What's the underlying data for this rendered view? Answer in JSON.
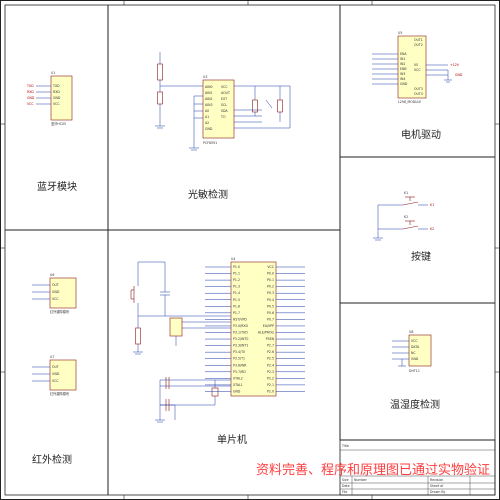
{
  "document": {
    "type": "schematic"
  },
  "blocks": {
    "bluetooth": {
      "title": "蓝牙模块"
    },
    "light_sensor": {
      "title": "光敏检测"
    },
    "motor_driver": {
      "title": "电机驱动"
    },
    "keys": {
      "title": "按键"
    },
    "infrared": {
      "title": "红外检测"
    },
    "mcu": {
      "title": "单片机"
    },
    "temp_humidity": {
      "title": "温湿度检测"
    }
  },
  "watermark": {
    "text": "资料完善、程序和原理图已通过实物验证"
  },
  "components": {
    "bt_module": {
      "ref": "U1",
      "pins": [
        "TXD",
        "RXD",
        "GND",
        "VCC"
      ],
      "nets": [
        "TXD",
        "RXD",
        "GND",
        "VCC"
      ],
      "label": "蓝牙HC05"
    },
    "light_ic": {
      "ref": "U3",
      "pins_left": [
        "AIN0",
        "AIN1",
        "AIN2",
        "AIN3",
        "A0",
        "A1",
        "A2",
        "GND"
      ],
      "pins_right": [
        "VCC",
        "AOUT",
        "EXT",
        "SCL",
        "SDA",
        "TO"
      ],
      "label": "PCF8591"
    },
    "motor_ic": {
      "ref": "U5",
      "pins_left": [
        "ENA",
        "IN1",
        "IN2",
        "ENB",
        "IN3",
        "IN4",
        "GND"
      ],
      "pins_right": [
        "OUT1",
        "OUT2",
        "VS",
        "VCC",
        "OUT3",
        "OUT4"
      ],
      "label": "L298_MODULE",
      "nets": [
        "+12V",
        "GND"
      ]
    },
    "keys": {
      "refs": [
        "K1",
        "K2"
      ],
      "nets": [
        "K1",
        "K2",
        "GND"
      ]
    },
    "ir1": {
      "ref": "U6",
      "label": "红外避障模块",
      "pins": [
        "OUT",
        "GND",
        "VCC"
      ]
    },
    "ir2": {
      "ref": "U7",
      "label": "红外避障模块",
      "pins": [
        "OUT",
        "GND",
        "VCC"
      ]
    },
    "dht": {
      "ref": "U8",
      "label": "DHT11",
      "pins": [
        "VCC",
        "DATA",
        "NC",
        "GND"
      ]
    },
    "mcu": {
      "ref": "U4",
      "left": [
        "P1.0",
        "P1.1",
        "P1.2",
        "P1.3",
        "P1.4",
        "P1.5",
        "P1.6",
        "P1.7",
        "RST/VPD",
        "P3.0/RXD",
        "P3.1/TXD",
        "P3.2/INT0",
        "P3.3/INT1",
        "P3.4/T0",
        "P3.5/T1",
        "P3.6/WR",
        "P3.7/RD",
        "XTAL2",
        "XTAL1",
        "GND"
      ],
      "right": [
        "VCC",
        "P0.0",
        "P0.1",
        "P0.2",
        "P0.3",
        "P0.4",
        "P0.5",
        "P0.6",
        "P0.7",
        "EA/VPP",
        "ALE/PROG",
        "PSEN",
        "P2.7",
        "P2.6",
        "P2.5",
        "P2.4",
        "P2.3",
        "P2.2",
        "P2.1",
        "P2.0"
      ]
    }
  },
  "title_block": {
    "fields": [
      "Title",
      "Size",
      "Number",
      "Revision",
      "Date",
      "Sheet of",
      "File",
      "Drawn By"
    ]
  }
}
